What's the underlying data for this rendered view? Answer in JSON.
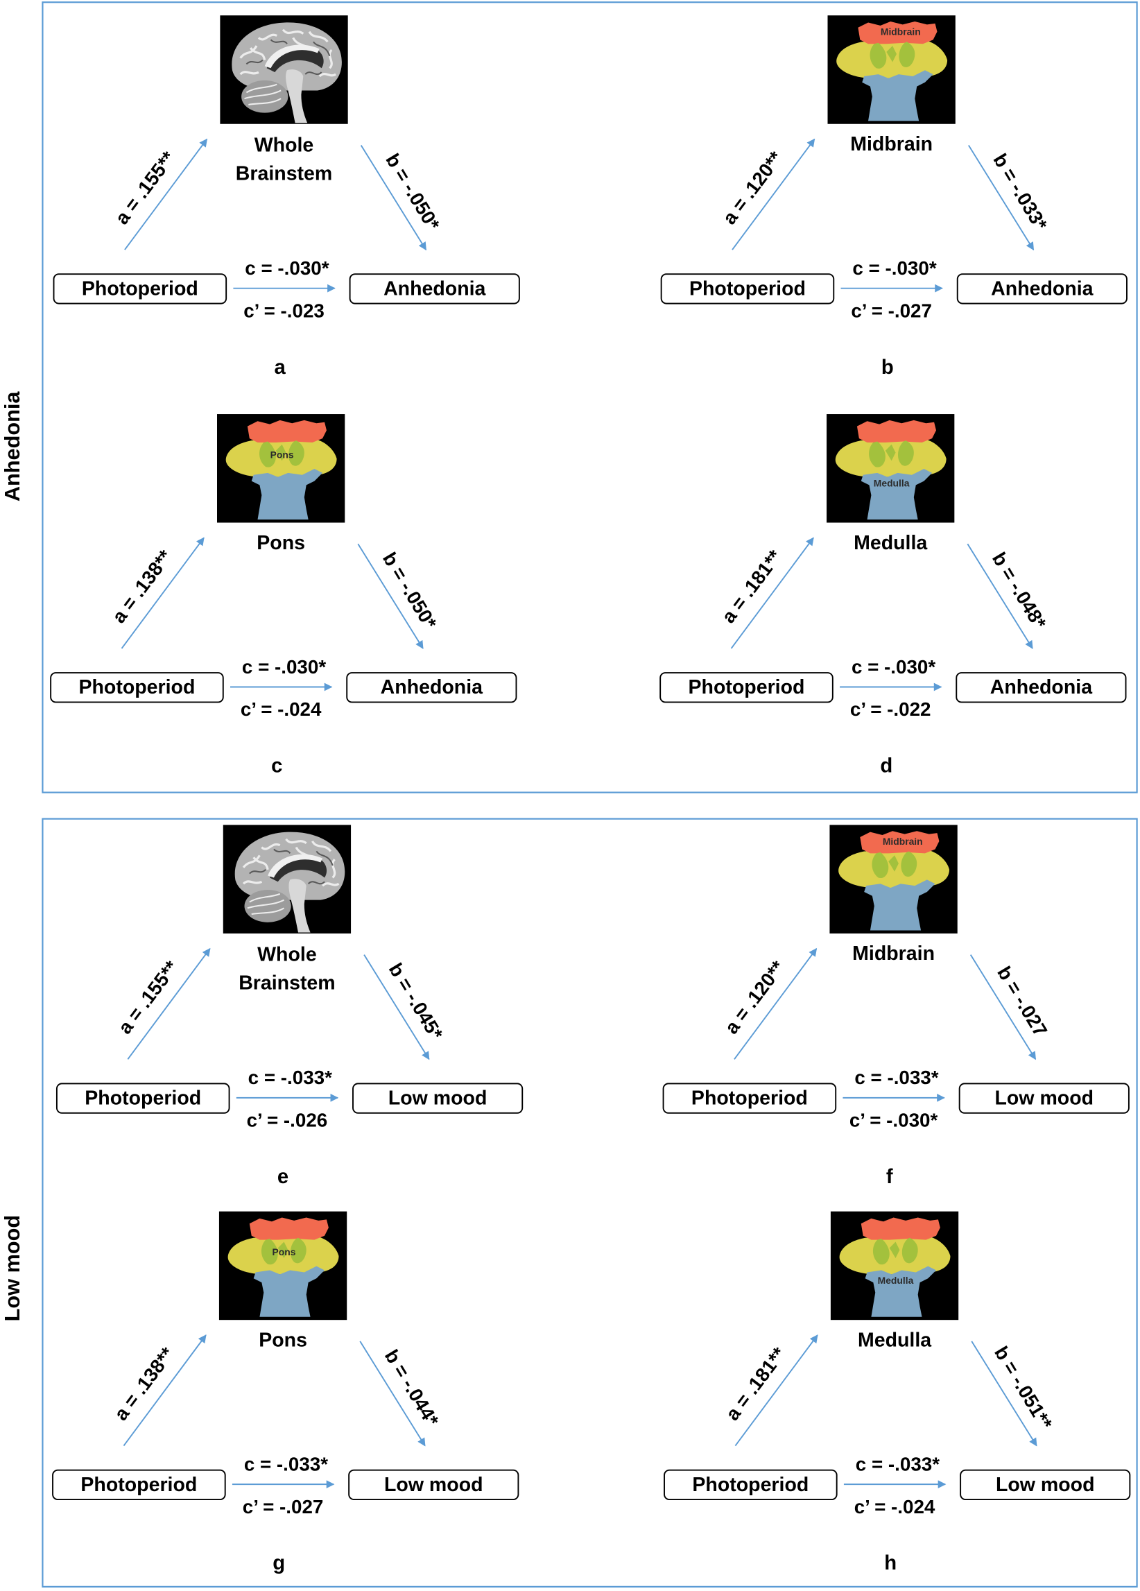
{
  "sections": [
    {
      "label": "Anhedonia",
      "panels": [
        {
          "letter": "a",
          "image_icon": "whole-brainstem-mri",
          "mediator": [
            "Whole",
            "Brainstem"
          ],
          "a_path": "a = .155**",
          "b_path": "b = -.050*",
          "c_path": "c = -.030*",
          "c_prime_path": "c’ = -.023",
          "predictor": "Photoperiod",
          "outcome": "Anhedonia"
        },
        {
          "letter": "b",
          "image_icon": "midbrain-segmentation",
          "image_label": "Midbrain",
          "mediator": [
            "Midbrain"
          ],
          "a_path": "a = .120**",
          "b_path": "b = -.033*",
          "c_path": "c = -.030*",
          "c_prime_path": "c’ = -.027",
          "predictor": "Photoperiod",
          "outcome": "Anhedonia"
        },
        {
          "letter": "c",
          "image_icon": "pons-segmentation",
          "image_label": "Pons",
          "mediator": [
            "Pons"
          ],
          "a_path": "a = .138**",
          "b_path": "b = -.050*",
          "c_path": "c = -.030*",
          "c_prime_path": "c’ = -.024",
          "predictor": "Photoperiod",
          "outcome": "Anhedonia"
        },
        {
          "letter": "d",
          "image_icon": "medulla-segmentation",
          "image_label": "Medulla",
          "mediator": [
            "Medulla"
          ],
          "a_path": "a = .181**",
          "b_path": "b = -.048*",
          "c_path": "c = -.030*",
          "c_prime_path": "c’ = -.022",
          "predictor": "Photoperiod",
          "outcome": "Anhedonia"
        }
      ]
    },
    {
      "label": "Low mood",
      "panels": [
        {
          "letter": "e",
          "image_icon": "whole-brainstem-mri",
          "mediator": [
            "Whole",
            "Brainstem"
          ],
          "a_path": "a = .155**",
          "b_path": "b = -.045*",
          "c_path": "c = -.033*",
          "c_prime_path": "c’ = -.026",
          "predictor": "Photoperiod",
          "outcome": "Low mood"
        },
        {
          "letter": "f",
          "image_icon": "midbrain-segmentation",
          "image_label": "Midbrain",
          "mediator": [
            "Midbrain"
          ],
          "a_path": "a = .120**",
          "b_path": "b = -.027",
          "c_path": "c = -.033*",
          "c_prime_path": "c’ = -.030*",
          "predictor": "Photoperiod",
          "outcome": "Low mood"
        },
        {
          "letter": "g",
          "image_icon": "pons-segmentation",
          "image_label": "Pons",
          "mediator": [
            "Pons"
          ],
          "a_path": "a = .138**",
          "b_path": "b = -.044*",
          "c_path": "c = -.033*",
          "c_prime_path": "c’ = -.027",
          "predictor": "Photoperiod",
          "outcome": "Low mood"
        },
        {
          "letter": "h",
          "image_icon": "medulla-segmentation",
          "image_label": "Medulla",
          "mediator": [
            "Medulla"
          ],
          "a_path": "a = .181**",
          "b_path": "b = -.051**",
          "c_path": "c = -.033*",
          "c_prime_path": "c’ = -.024",
          "predictor": "Photoperiod",
          "outcome": "Low mood"
        }
      ]
    }
  ],
  "colors": {
    "arrow": "#5b9bd5",
    "frame": "#5b9bd5",
    "midbrain": "#f26a4f",
    "pons": "#dbd24c",
    "thalamus": "#a3c13d",
    "medulla": "#7ea6c4"
  }
}
